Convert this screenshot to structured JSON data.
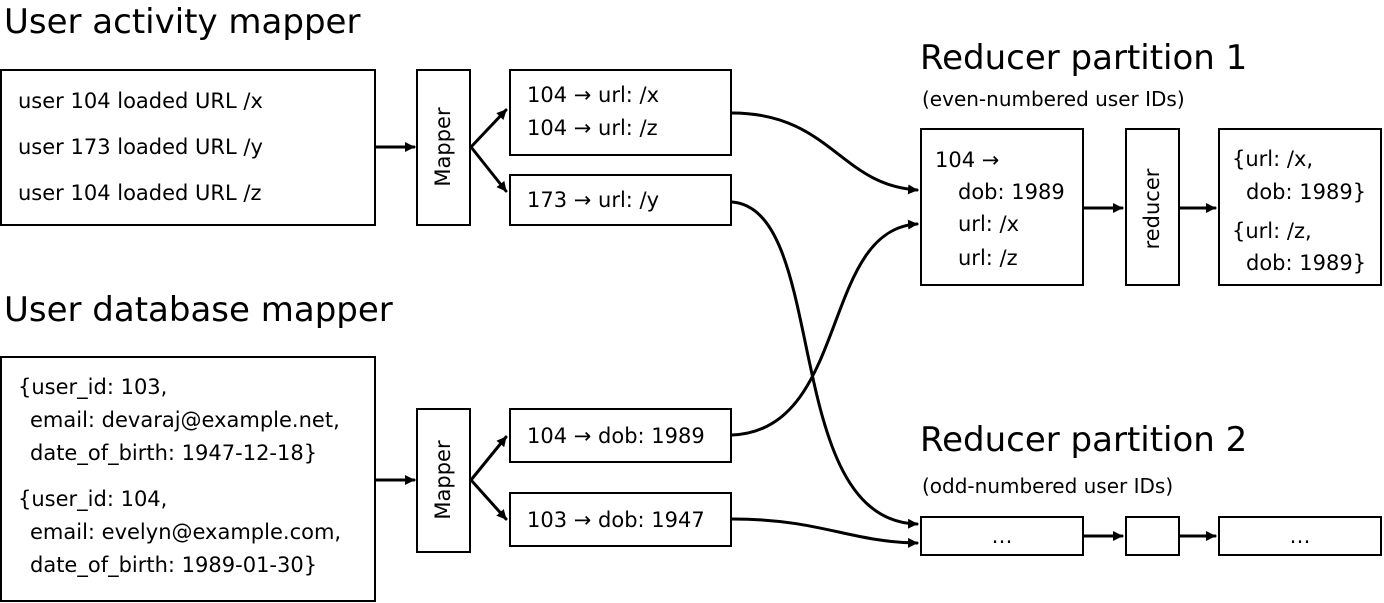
{
  "headings": {
    "activity_mapper": "User activity mapper",
    "database_mapper": "User database mapper",
    "partition1_title": "Reducer partition 1",
    "partition1_subtitle": "(even-numbered user IDs)",
    "partition2_title": "Reducer partition 2",
    "partition2_subtitle": "(odd-numbered user IDs)"
  },
  "activity_input": [
    "user 104 loaded URL /x",
    "user 173 loaded URL /y",
    "user 104 loaded URL /z"
  ],
  "database_input": [
    [
      "{user_id: 103,",
      "email: devaraj@example.net,",
      "date_of_birth: 1947-12-18}"
    ],
    [
      "{user_id: 104,",
      "email: evelyn@example.com,",
      "date_of_birth: 1989-01-30}"
    ]
  ],
  "mapper_label": "Mapper",
  "activity_outputs": [
    [
      "104 → url: /x",
      "104 → url: /z"
    ],
    [
      "173 → url: /y"
    ]
  ],
  "database_outputs": [
    "104 → dob: 1989",
    "103 → dob: 1947"
  ],
  "partition1": {
    "input": [
      "104 →",
      "dob: 1989",
      "url: /x",
      "url: /z"
    ],
    "reducer_label": "reducer",
    "output": [
      [
        "{url: /x,",
        "dob: 1989}"
      ],
      [
        "{url: /z,",
        "dob: 1989}"
      ]
    ]
  },
  "partition2": {
    "input": "…",
    "output": "…"
  }
}
